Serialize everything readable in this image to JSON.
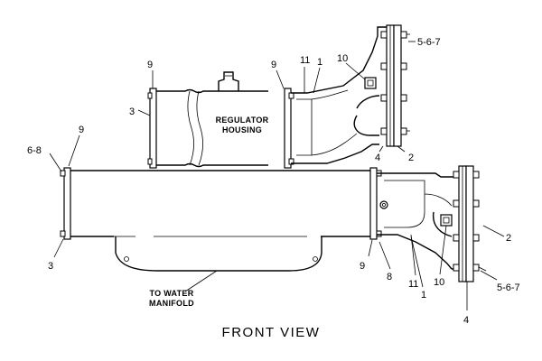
{
  "labels": {
    "p1": "1",
    "p2": "2",
    "p3": "3",
    "p4": "4",
    "p5_6_7": "5-6-7",
    "p6_8": "6-8",
    "p8": "8",
    "p9": "9",
    "p10": "10",
    "p11": "11"
  },
  "captions": {
    "regulator_line1": "REGULATOR",
    "regulator_line2": "HOUSING",
    "water_line1": "TO WATER",
    "water_line2": "MANIFOLD"
  },
  "view_title": "FRONT VIEW"
}
